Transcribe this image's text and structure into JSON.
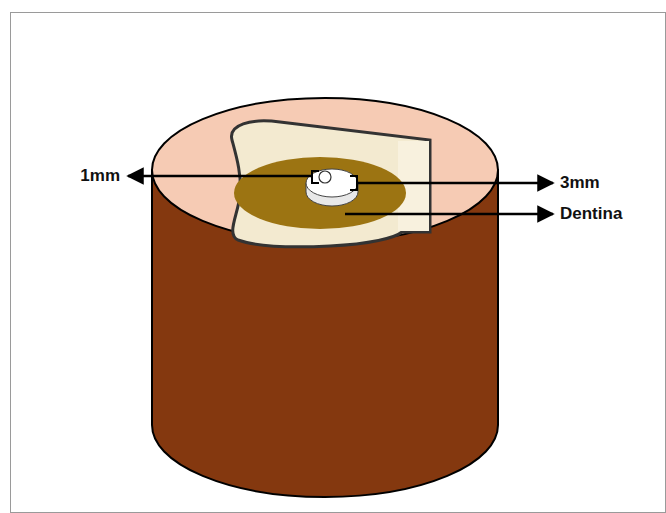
{
  "diagram": {
    "labels": [
      "1mm",
      "3mm",
      "Dentina"
    ]
  }
}
